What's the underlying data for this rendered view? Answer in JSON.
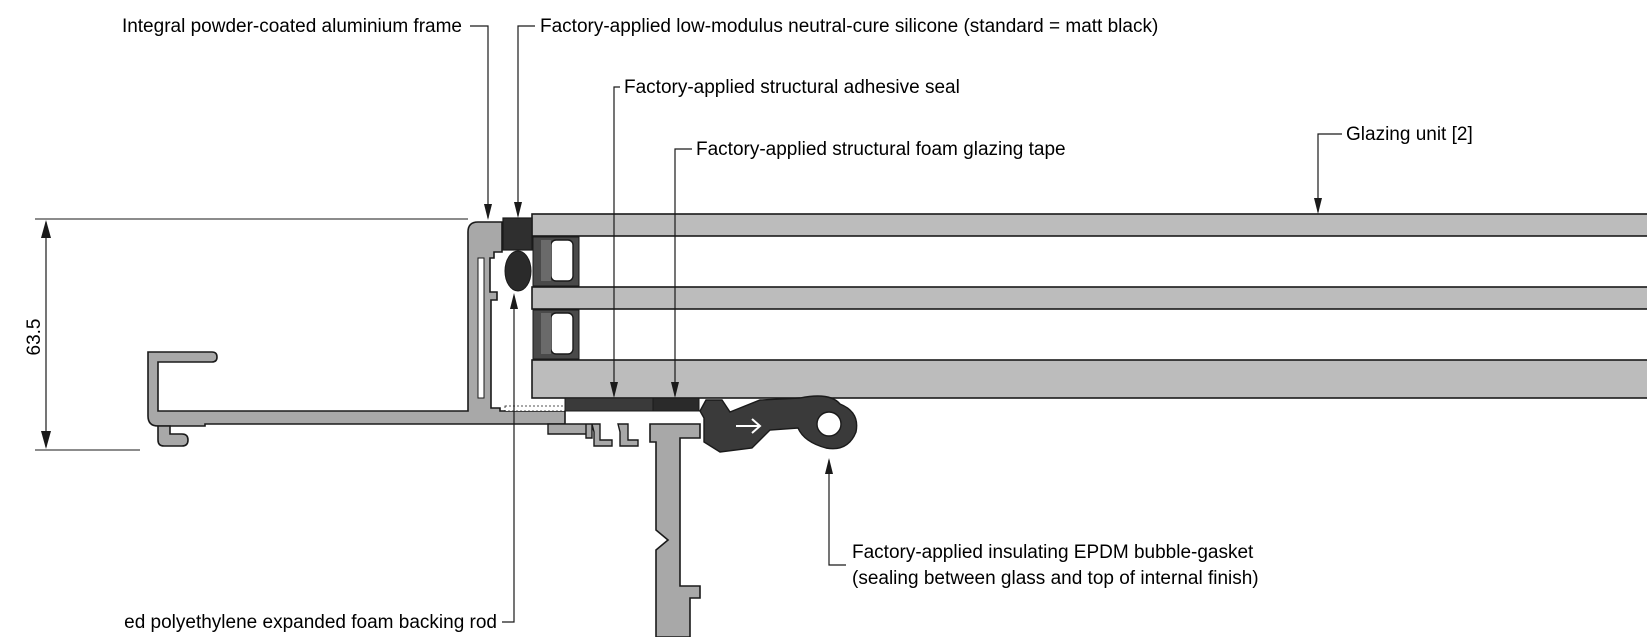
{
  "labels": {
    "frame": "Integral powder-coated aluminium frame",
    "silicone": "Factory-applied low-modulus neutral-cure silicone (standard = matt black)",
    "adhesive": "Factory-applied structural adhesive seal",
    "tape": "Factory-applied structural foam glazing tape",
    "glazing": "Glazing unit [2]",
    "gasket_line1": "Factory-applied insulating EPDM bubble-gasket",
    "gasket_line2": "(sealing between glass and top of internal finish)",
    "backing_rod": "ed polyethylene expanded foam backing rod"
  },
  "dimension": {
    "value": "63.5"
  },
  "colors": {
    "aluminium": "#a8a8a8",
    "glass": "#bcbcbc",
    "seal": "#3a3a3a",
    "outline": "#1a1a1a"
  }
}
